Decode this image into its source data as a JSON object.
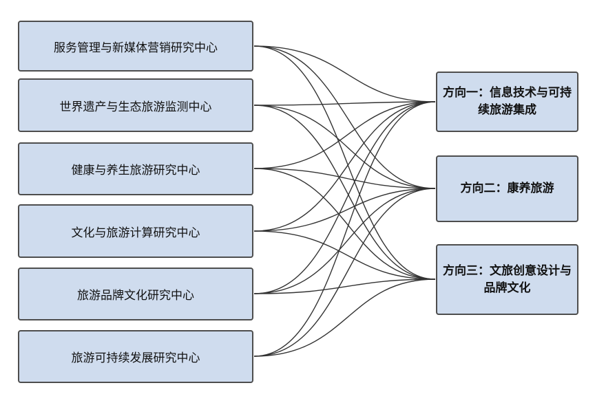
{
  "centers": [
    "服务管理与新媒体营销研究中心",
    "世界遗产与生态旅游监测中心",
    "健康与养生旅游研究中心",
    "文化与旅游计算研究中心",
    "旅游品牌文化研究中心",
    "旅游可持续发展研究中心"
  ],
  "directions": [
    "方向一：信息技术与可持续旅游集成",
    "方向二：康养旅游",
    "方向三：文旅创意设计与品牌文化"
  ],
  "colors": {
    "box_fill": "#cfdcee",
    "box_border": "#4d4d4d",
    "connector": "#333333"
  }
}
